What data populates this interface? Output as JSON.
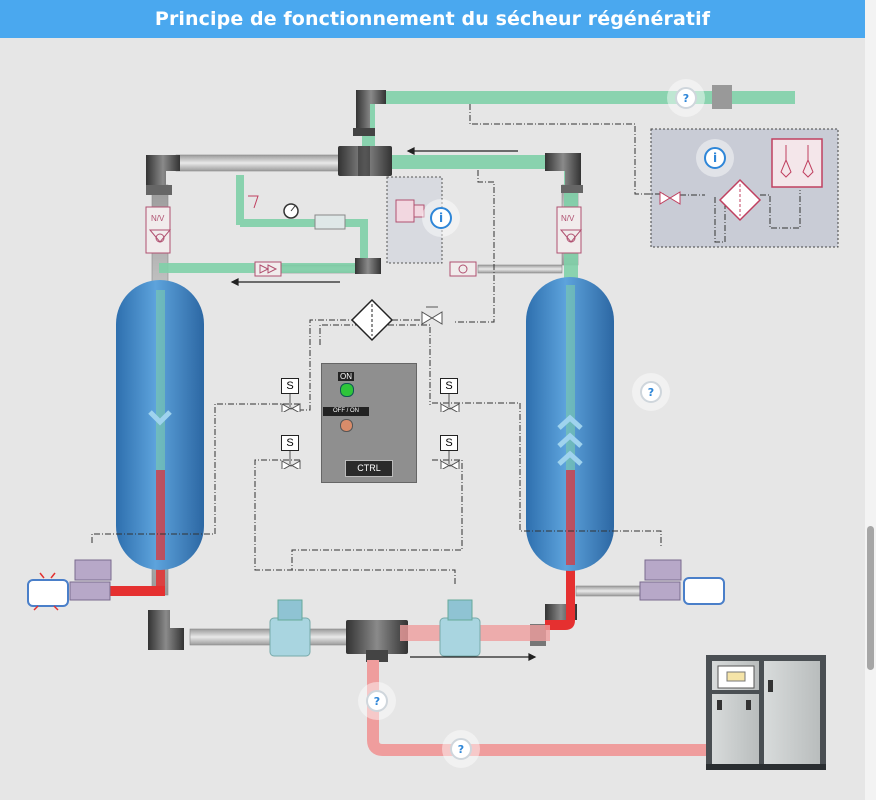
{
  "header": {
    "title": "Principe de fonctionnement du sécheur régénératif"
  },
  "hotspots": {
    "help_symbol": "?",
    "info_symbol": "i"
  },
  "controller": {
    "on_label": "ON",
    "switch_label": "OFF / ON",
    "ctrl_label": "CTRL"
  },
  "solenoid": {
    "label": "S"
  },
  "colors": {
    "dry_air": "#7fd0a8",
    "wet_hot_air": "#e53030",
    "hot_air_light": "#ef9d9d",
    "vessel": "#3d86c6",
    "header_bar": "#4aa8ef",
    "pipe_grey": "#b8b8b8",
    "info_panel": "#c9ccd6"
  },
  "icons": [
    "help-icon",
    "info-icon",
    "filter-icon",
    "valve-icon",
    "pressure-gauge-icon",
    "check-valve-icon",
    "compressor-icon",
    "solenoid-valve-icon",
    "dew-point-sensor-icon"
  ]
}
